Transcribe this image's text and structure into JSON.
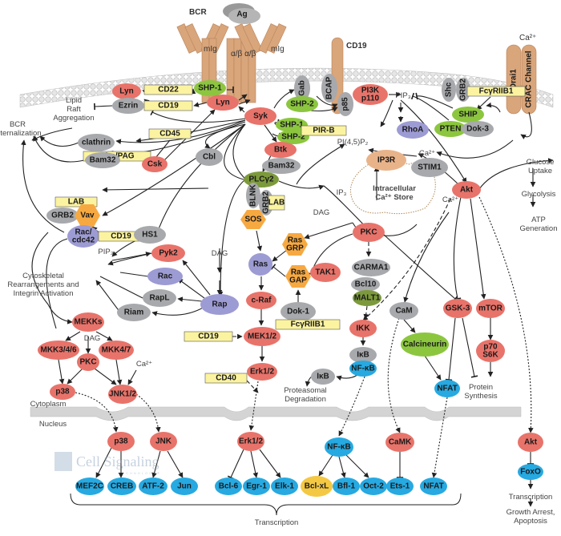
{
  "title": "B Cell Receptor Signaling",
  "colors": {
    "kinase": "#e8736a",
    "phosphatase": "#8cc63f",
    "adaptor": "#a7a9ac",
    "gtpase": "#9d9bd3",
    "gef": "#f7a941",
    "transcription_factor": "#27a9e1",
    "receptor": "#d9a57a",
    "coreceptor": "#fbf3a0",
    "plc": "#7c9a3c",
    "antiapoptotic": "#f4c842",
    "ip3r": "#e9b38a"
  },
  "labels": {
    "bcr": "BCR",
    "ag": "Ag",
    "mig_left": "mIg",
    "mig_right": "mIg",
    "alpha_beta": "α/β α/β",
    "cd19_receptor": "CD19",
    "ca_top": "Ca²⁺",
    "orai1": "Orai1",
    "crac": "CRAC Channel",
    "lipid_raft": "Lipid\nRaft\nAggregation",
    "bcr_internalization": "BCR\nInternalization",
    "cytoskeletal": "Cytoskeletal\nRearrangements and\nIntegrin Activation",
    "pip3_top": "PIP₃",
    "pip3_left": "PIP₃",
    "pi45p2": "PI(4,5)P₂",
    "ca_mid": "Ca²⁺",
    "ca_akt": "Ca²⁺",
    "ca_jnk": "Ca²⁺",
    "ip3": "IP₃",
    "dag_center": "DAG",
    "dag_rap": "DAG",
    "dag_mekk": "DAG",
    "store": "Intracellular\nCa²⁺ Store",
    "glucose_uptake": "Glucose\nUptake",
    "glycolysis": "Glycolysis",
    "atp": "ATP\nGeneration",
    "proteasomal": "Proteasomal\nDegradation",
    "protein_synthesis": "Protein\nSynthesis",
    "cytoplasm": "Cytoplasm",
    "nucleus": "Nucleus",
    "transcription_bottom": "Transcription",
    "transcription_foxo": "Transcription",
    "growth_arrest": "Growth Arrest,\nApoptosis",
    "watermark": "Cell Signaling",
    "watermark_sub": "TECHNOLOGY®"
  },
  "nodes": [
    {
      "id": "lyn1",
      "label": "Lyn",
      "type": "kinase"
    },
    {
      "id": "cd22",
      "label": "CD22",
      "type": "coreceptor"
    },
    {
      "id": "shp1a",
      "label": "SHP-1",
      "type": "phosphatase"
    },
    {
      "id": "cd19a",
      "label": "CD19",
      "type": "coreceptor"
    },
    {
      "id": "ezrin",
      "label": "Ezrin",
      "type": "adaptor"
    },
    {
      "id": "lyn2",
      "label": "Lyn",
      "type": "kinase"
    },
    {
      "id": "syk",
      "label": "Syk",
      "type": "kinase"
    },
    {
      "id": "gab",
      "label": "Gab",
      "type": "adaptor"
    },
    {
      "id": "shp2a",
      "label": "SHP-2",
      "type": "phosphatase"
    },
    {
      "id": "bcap",
      "label": "BCAP",
      "type": "adaptor"
    },
    {
      "id": "p85",
      "label": "p85",
      "type": "adaptor"
    },
    {
      "id": "pi3k",
      "label": "PI3K\np110",
      "type": "kinase"
    },
    {
      "id": "shc",
      "label": "Shc",
      "type": "adaptor"
    },
    {
      "id": "grb2a",
      "label": "GRB2",
      "type": "adaptor"
    },
    {
      "id": "fcg1",
      "label": "FcγRIIB1",
      "type": "coreceptor"
    },
    {
      "id": "ship",
      "label": "SHIP",
      "type": "phosphatase"
    },
    {
      "id": "pten",
      "label": "PTEN",
      "type": "phosphatase"
    },
    {
      "id": "dok3",
      "label": "Dok-3",
      "type": "adaptor"
    },
    {
      "id": "rhoa",
      "label": "RhoA",
      "type": "gtpase"
    },
    {
      "id": "cd45",
      "label": "CD45",
      "type": "coreceptor"
    },
    {
      "id": "cbp",
      "label": "Cbp/PAG",
      "type": "coreceptor"
    },
    {
      "id": "csk",
      "label": "Csk",
      "type": "kinase"
    },
    {
      "id": "clathrin",
      "label": "clathrin",
      "type": "adaptor"
    },
    {
      "id": "bam32a",
      "label": "Bam32",
      "type": "adaptor"
    },
    {
      "id": "cbl",
      "label": "Cbl",
      "type": "adaptor"
    },
    {
      "id": "shp1b",
      "label": "SHP-1",
      "type": "phosphatase"
    },
    {
      "id": "shp2b",
      "label": "SHP-2",
      "type": "phosphatase"
    },
    {
      "id": "pirb",
      "label": "PIR-B",
      "type": "coreceptor"
    },
    {
      "id": "btk",
      "label": "Btk",
      "type": "kinase"
    },
    {
      "id": "bam32b",
      "label": "Bam32",
      "type": "adaptor"
    },
    {
      "id": "plcg2",
      "label": "PLCγ2",
      "type": "plc"
    },
    {
      "id": "blnk",
      "label": "BLNK",
      "type": "adaptor"
    },
    {
      "id": "grb2b",
      "label": "GRB2",
      "type": "adaptor"
    },
    {
      "id": "lab1",
      "label": "LAB",
      "type": "coreceptor"
    },
    {
      "id": "sos",
      "label": "SOS",
      "type": "gef"
    },
    {
      "id": "ip3r",
      "label": "IP3R",
      "type": "ip3r"
    },
    {
      "id": "stim1",
      "label": "STIM1",
      "type": "adaptor"
    },
    {
      "id": "akt1",
      "label": "Akt",
      "type": "kinase"
    },
    {
      "id": "lab2",
      "label": "LAB",
      "type": "coreceptor"
    },
    {
      "id": "grb2c",
      "label": "GRB2",
      "type": "adaptor"
    },
    {
      "id": "vav",
      "label": "Vav",
      "type": "gef"
    },
    {
      "id": "raccdc",
      "label": "Rac/\ncdc42",
      "type": "gtpase"
    },
    {
      "id": "cd19b",
      "label": "CD19",
      "type": "coreceptor"
    },
    {
      "id": "hs1",
      "label": "HS1",
      "type": "adaptor"
    },
    {
      "id": "pyk2",
      "label": "Pyk2",
      "type": "kinase"
    },
    {
      "id": "rac",
      "label": "Rac",
      "type": "gtpase"
    },
    {
      "id": "rapl",
      "label": "RapL",
      "type": "adaptor"
    },
    {
      "id": "riam",
      "label": "Riam",
      "type": "adaptor"
    },
    {
      "id": "rap",
      "label": "Rap",
      "type": "gtpase"
    },
    {
      "id": "ras",
      "label": "Ras",
      "type": "gtpase"
    },
    {
      "id": "rasgrp",
      "label": "Ras\nGRP",
      "type": "gef"
    },
    {
      "id": "rasgap",
      "label": "Ras\nGAP",
      "type": "gef"
    },
    {
      "id": "dok1",
      "label": "Dok-1",
      "type": "adaptor"
    },
    {
      "id": "fcg2",
      "label": "FcγRIIB1",
      "type": "coreceptor"
    },
    {
      "id": "craf",
      "label": "c-Raf",
      "type": "kinase"
    },
    {
      "id": "cd19c",
      "label": "CD19",
      "type": "coreceptor"
    },
    {
      "id": "mek",
      "label": "MEK1/2",
      "type": "kinase"
    },
    {
      "id": "erk1",
      "label": "Erk1/2",
      "type": "kinase"
    },
    {
      "id": "cd40",
      "label": "CD40",
      "type": "coreceptor"
    },
    {
      "id": "pkc1",
      "label": "PKC",
      "type": "kinase"
    },
    {
      "id": "tak1",
      "label": "TAK1",
      "type": "kinase"
    },
    {
      "id": "carma1",
      "label": "CARMA1",
      "type": "adaptor"
    },
    {
      "id": "bcl10",
      "label": "Bcl10",
      "type": "adaptor"
    },
    {
      "id": "malt1",
      "label": "MALT1",
      "type": "plc"
    },
    {
      "id": "ikk",
      "label": "IKK",
      "type": "kinase"
    },
    {
      "id": "ikb1",
      "label": "IκB",
      "type": "adaptor"
    },
    {
      "id": "nfkb1",
      "label": "NF-κB",
      "type": "transcription_factor"
    },
    {
      "id": "ikb2",
      "label": "IκB",
      "type": "adaptor"
    },
    {
      "id": "cam",
      "label": "CaM",
      "type": "adaptor"
    },
    {
      "id": "calcineurin",
      "label": "Calcineurin",
      "type": "phosphatase"
    },
    {
      "id": "nfat1",
      "label": "NFAT",
      "type": "transcription_factor"
    },
    {
      "id": "gsk3",
      "label": "GSK-3",
      "type": "kinase"
    },
    {
      "id": "mtor",
      "label": "mTOR",
      "type": "kinase"
    },
    {
      "id": "p70",
      "label": "p70\nS6K",
      "type": "kinase"
    },
    {
      "id": "mekks",
      "label": "MEKKs",
      "type": "kinase"
    },
    {
      "id": "mkk346",
      "label": "MKK3/4/6",
      "type": "kinase"
    },
    {
      "id": "mkk47",
      "label": "MKK4/7",
      "type": "kinase"
    },
    {
      "id": "pkc2",
      "label": "PKC",
      "type": "kinase"
    },
    {
      "id": "p38a",
      "label": "p38",
      "type": "kinase"
    },
    {
      "id": "jnk12",
      "label": "JNK1/2",
      "type": "kinase"
    },
    {
      "id": "p38b",
      "label": "p38",
      "type": "kinase"
    },
    {
      "id": "jnk",
      "label": "JNK",
      "type": "kinase"
    },
    {
      "id": "erk2",
      "label": "Erk1/2",
      "type": "kinase"
    },
    {
      "id": "nfkb2",
      "label": "NF-κB",
      "type": "transcription_factor"
    },
    {
      "id": "camk",
      "label": "CaMK",
      "type": "kinase"
    },
    {
      "id": "akt2",
      "label": "Akt",
      "type": "kinase"
    },
    {
      "id": "foxo",
      "label": "FoxO",
      "type": "transcription_factor"
    },
    {
      "id": "mef2c",
      "label": "MEF2C",
      "type": "transcription_factor"
    },
    {
      "id": "creb",
      "label": "CREB",
      "type": "transcription_factor"
    },
    {
      "id": "atf2",
      "label": "ATF-2",
      "type": "transcription_factor"
    },
    {
      "id": "jun",
      "label": "Jun",
      "type": "transcription_factor"
    },
    {
      "id": "bcl6",
      "label": "Bcl-6",
      "type": "transcription_factor"
    },
    {
      "id": "egr1",
      "label": "Egr-1",
      "type": "transcription_factor"
    },
    {
      "id": "elk1",
      "label": "Elk-1",
      "type": "transcription_factor"
    },
    {
      "id": "bclxl",
      "label": "Bcl-xL",
      "type": "antiapoptotic"
    },
    {
      "id": "bfl1",
      "label": "Bfl-1",
      "type": "transcription_factor"
    },
    {
      "id": "oct2",
      "label": "Oct-2",
      "type": "transcription_factor"
    },
    {
      "id": "ets1",
      "label": "Ets-1",
      "type": "transcription_factor"
    },
    {
      "id": "nfat2",
      "label": "NFAT",
      "type": "transcription_factor"
    }
  ]
}
